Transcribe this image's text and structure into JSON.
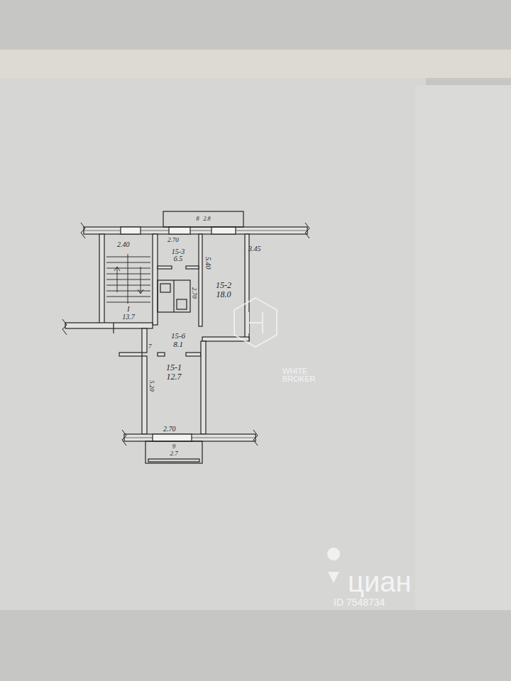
{
  "diagram": {
    "nodes": [
      {
        "text": [
          "8",
          "2.8"
        ]
      },
      {
        "text": [
          "I",
          "13.7"
        ]
      },
      {
        "text": [
          "15-3",
          "6.5"
        ]
      },
      {
        "text": [
          "15-2",
          "18.0"
        ]
      },
      {
        "text": [
          "15-6",
          "8.1"
        ]
      },
      {
        "text": [
          "15-1",
          "12.7"
        ]
      },
      {
        "text": [
          "9",
          "2.7"
        ]
      }
    ],
    "labels": [
      "2.40",
      "2.70",
      "3.45",
      "5.40",
      "2.70",
      "7",
      "5.20",
      "2.70",
      "WHITE BROKER",
      "циан",
      "ID 7548734"
    ]
  }
}
